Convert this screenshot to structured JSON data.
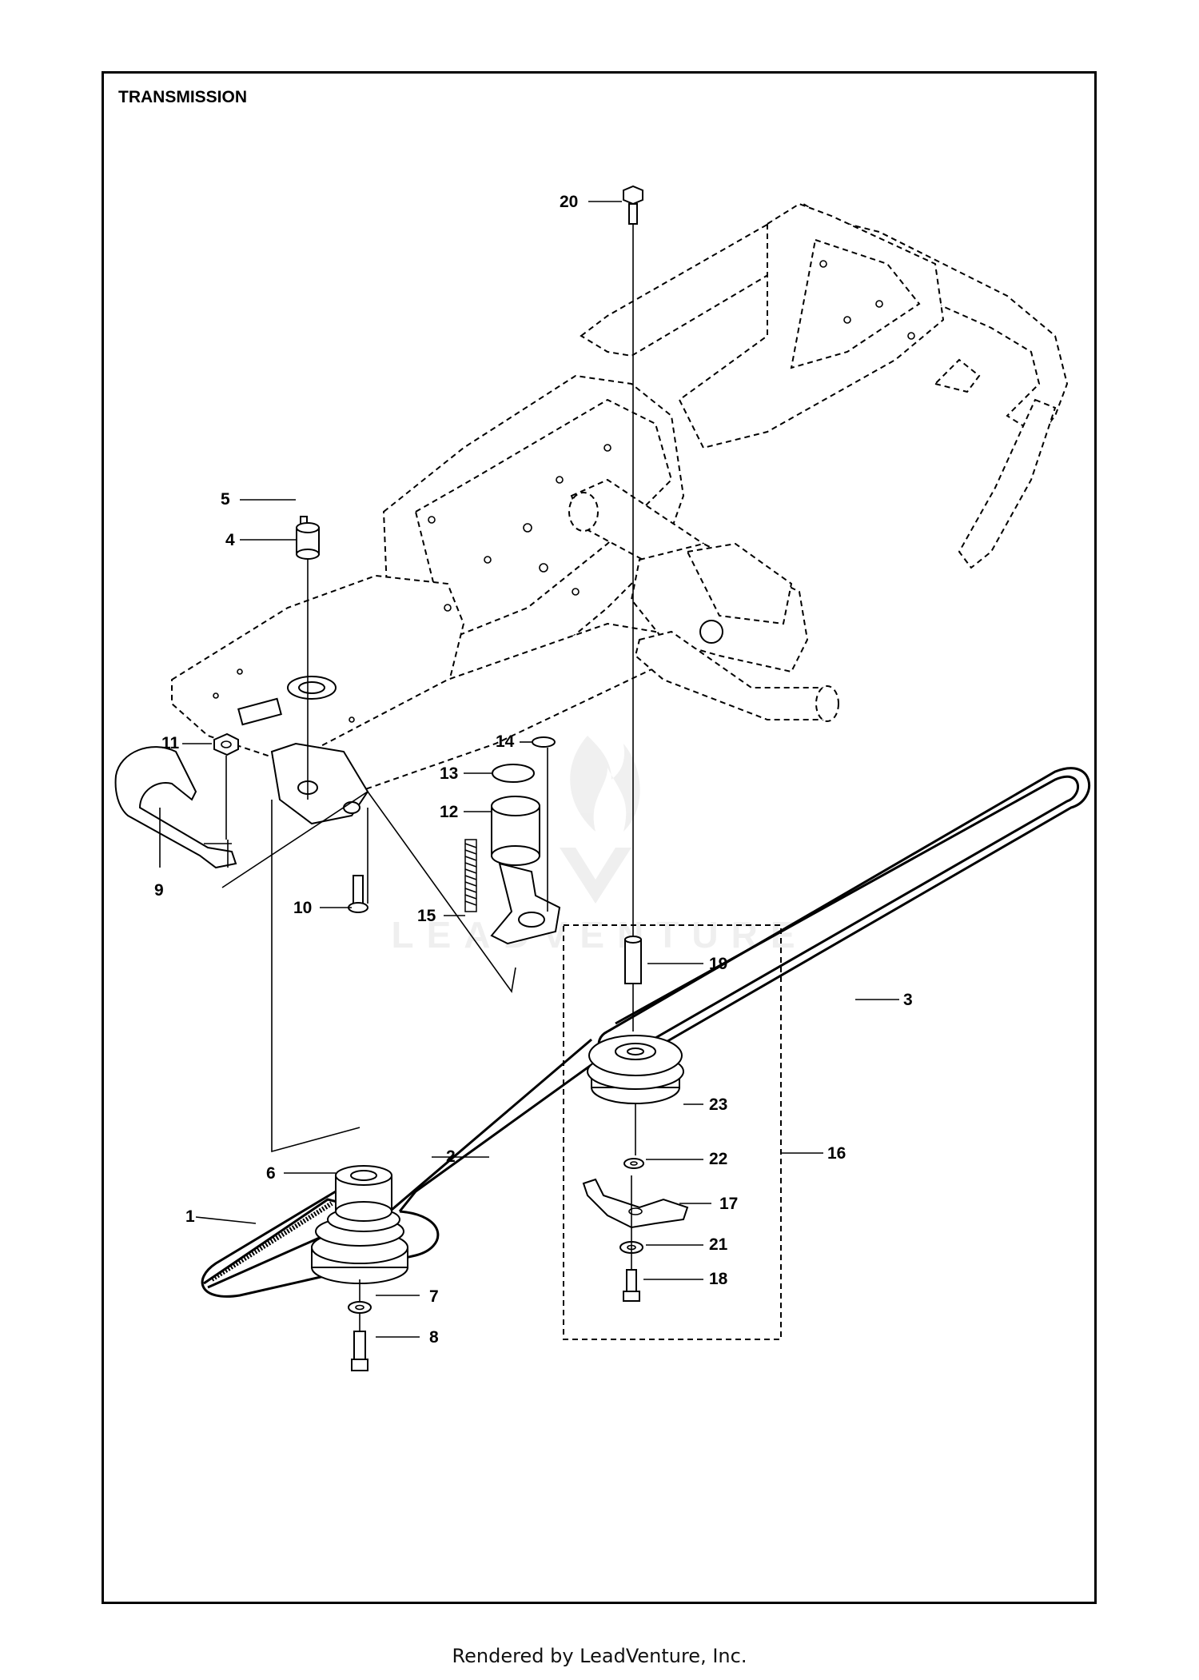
{
  "diagram": {
    "title": "TRANSMISSION",
    "footer": "Rendered by LeadVenture, Inc.",
    "watermark": "LEADVENTURE",
    "callouts": [
      "1",
      "2",
      "3",
      "4",
      "5",
      "6",
      "7",
      "8",
      "9",
      "10",
      "11",
      "12",
      "13",
      "14",
      "15",
      "16",
      "17",
      "18",
      "19",
      "20",
      "21",
      "22",
      "23"
    ]
  }
}
